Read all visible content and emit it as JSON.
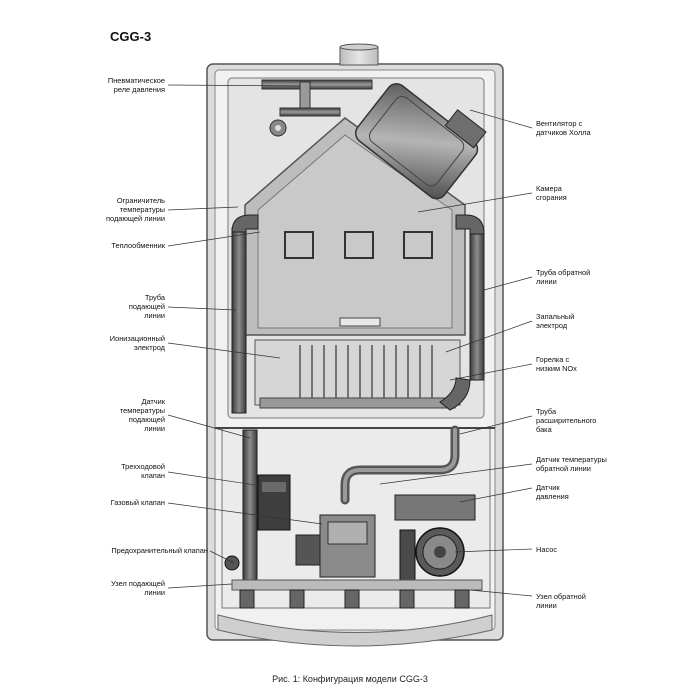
{
  "title": "CGG-3",
  "caption": "Рис. 1: Конфигурация модели CGG-3",
  "labels_left": [
    {
      "id": "pneumo-relay",
      "text": "Пневматическое\nреле давления"
    },
    {
      "id": "temp-limiter",
      "text": "Ограничитель\nтемпературы\nподающей линии"
    },
    {
      "id": "heat-exchanger",
      "text": "Теплообменник"
    },
    {
      "id": "supply-pipe",
      "text": "Труба\nподающей\nлинии"
    },
    {
      "id": "ion-electrode",
      "text": "Ионизационный\nэлектрод"
    },
    {
      "id": "supply-temp-sensor",
      "text": "Датчик\nтемпературы\nподающей\nлинии"
    },
    {
      "id": "three-way-valve",
      "text": "Трехходовой\nклапан"
    },
    {
      "id": "gas-valve",
      "text": "Газовый клапан"
    },
    {
      "id": "safety-valve",
      "text": "Предохранительный клапан"
    },
    {
      "id": "supply-unit",
      "text": "Узел подающей\nлинии"
    }
  ],
  "labels_right": [
    {
      "id": "fan-hall",
      "text": "Вентилятор с\nдатчиков Холла"
    },
    {
      "id": "combustion-chamber",
      "text": "Камера\nсгорания"
    },
    {
      "id": "return-pipe",
      "text": "Труба обратной\nлинии"
    },
    {
      "id": "ignition-electrode",
      "text": "Запальный\nэлектрод"
    },
    {
      "id": "low-nox-burner",
      "text": "Горелка с\nнизким NOx"
    },
    {
      "id": "expansion-pipe",
      "text": "Труба\nрасширительного\nбака"
    },
    {
      "id": "return-temp-sensor",
      "text": "Датчик температуры\nобратной линии"
    },
    {
      "id": "pressure-sensor",
      "text": "Датчик\nдавления"
    },
    {
      "id": "pump",
      "text": "Насос"
    },
    {
      "id": "return-unit",
      "text": "Узел обратной\nлинии"
    }
  ]
}
